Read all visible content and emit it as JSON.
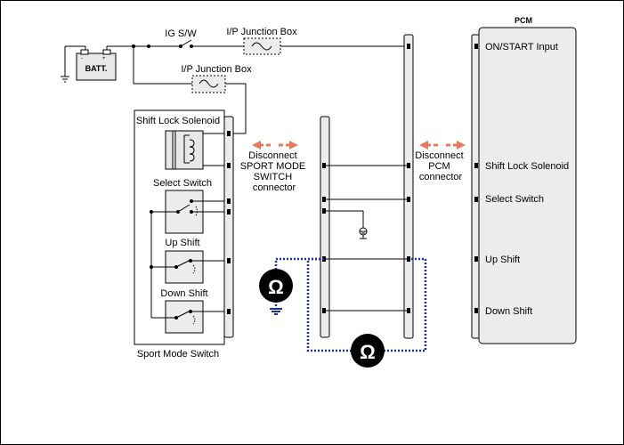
{
  "labels": {
    "battery": "BATT.",
    "ig_sw": "IG S/W",
    "ip_junction_box_1": "I/P Junction Box",
    "ip_junction_box_2": "I/P Junction Box",
    "shift_lock_solenoid": "Shift Lock Solenoid",
    "select_switch": "Select Switch",
    "up_shift": "Up Shift",
    "down_shift": "Down Shift",
    "sport_mode_switch": "Sport Mode Switch",
    "pcm_title": "PCM",
    "disconnect_sport": [
      "Disconnect",
      "SPORT MODE",
      "SWITCH",
      "connector"
    ],
    "disconnect_pcm": [
      "Disconnect",
      "PCM",
      "connector"
    ]
  },
  "pcm_pins": {
    "on_start": "ON/START Input",
    "shift_lock": "Shift Lock Solenoid",
    "select_switch": "Select Switch",
    "up_shift": "Up Shift",
    "down_shift": "Down Shift"
  },
  "meter_symbol": "Ω",
  "colors": {
    "wire": "#000000",
    "connector_fill": "#ececec",
    "arrow": "#e87a5a",
    "probe": "#1a2fa0",
    "meter": "#000000"
  }
}
